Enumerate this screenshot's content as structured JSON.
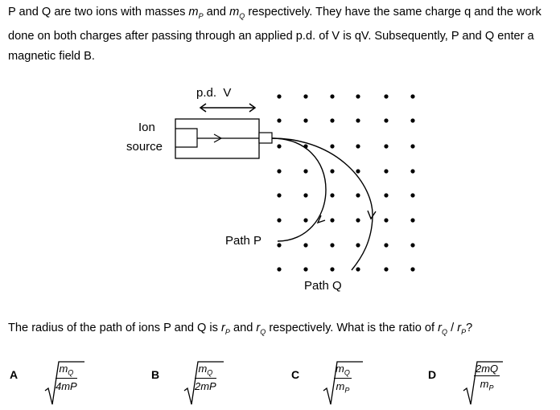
{
  "question": {
    "intro": "P and Q are two ions with masses mP and mQ respectively. They have the same charge q and the work done on both charges after passing through an applied p.d. of V is qV. Subsequently, P and Q enter a magnetic field B.",
    "ask": "The radius of the path of ions P and Q is rP and rQ respectively. What is the ratio of rQ / rP?"
  },
  "diagram": {
    "pd_label": "p.d.  V",
    "ion_label_1": "Ion",
    "ion_label_2": "source",
    "path_p": "Path P",
    "path_q": "Path Q"
  },
  "options": [
    {
      "letter": "A",
      "num": "mQ",
      "den": "4mP"
    },
    {
      "letter": "B",
      "num": "mQ",
      "den": "2mP"
    },
    {
      "letter": "C",
      "num": "mQ",
      "den": "mP"
    },
    {
      "letter": "D",
      "num": "2mQ",
      "den": "mP"
    }
  ]
}
